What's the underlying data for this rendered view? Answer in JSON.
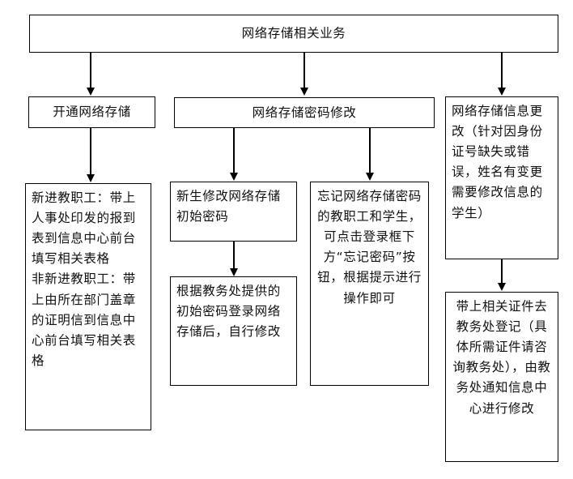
{
  "diagram": {
    "title": "网络存储相关业务",
    "type": "flowchart",
    "orientation": "top-down",
    "colors": {
      "border": "#000000",
      "background": "#ffffff",
      "text": "#111111"
    }
  },
  "nodes": {
    "root": {
      "label": "网络存储相关业务"
    },
    "open_storage": {
      "label": "开通网络存储"
    },
    "password_change": {
      "label": "网络存储密码修改"
    },
    "info_change": {
      "label": "网络存储信息更改（针对因身份证号缺失或错误，姓名有变更需要修改信息的学生）"
    },
    "staff_procedure": {
      "label": "新进教职工：带上人事处印发的报到表到信息中心前台填写相关表格\n非新进教职工：带上由所在部门盖章的证明信到信息中心前台填写相关表格"
    },
    "freshman_initial": {
      "label": "新生修改网络存储初始密码"
    },
    "login_self_change": {
      "label": "根据教务处提供的初始密码登录网络存储后，自行修改"
    },
    "forgot_password": {
      "label": "忘记网络存储密码的教职工和学生，可点击登录框下方“忘记密码”按钮，根据提示进行操作即可"
    },
    "registry_procedure": {
      "label": "带上相关证件去教务处登记（具体所需证件请咨询教务处），由教务处通知信息中心进行修改"
    }
  },
  "edges": [
    {
      "from": "root",
      "to": "open_storage"
    },
    {
      "from": "root",
      "to": "password_change"
    },
    {
      "from": "root",
      "to": "info_change"
    },
    {
      "from": "open_storage",
      "to": "staff_procedure"
    },
    {
      "from": "password_change",
      "to": "freshman_initial"
    },
    {
      "from": "password_change",
      "to": "forgot_password"
    },
    {
      "from": "freshman_initial",
      "to": "login_self_change"
    },
    {
      "from": "info_change",
      "to": "registry_procedure"
    }
  ]
}
